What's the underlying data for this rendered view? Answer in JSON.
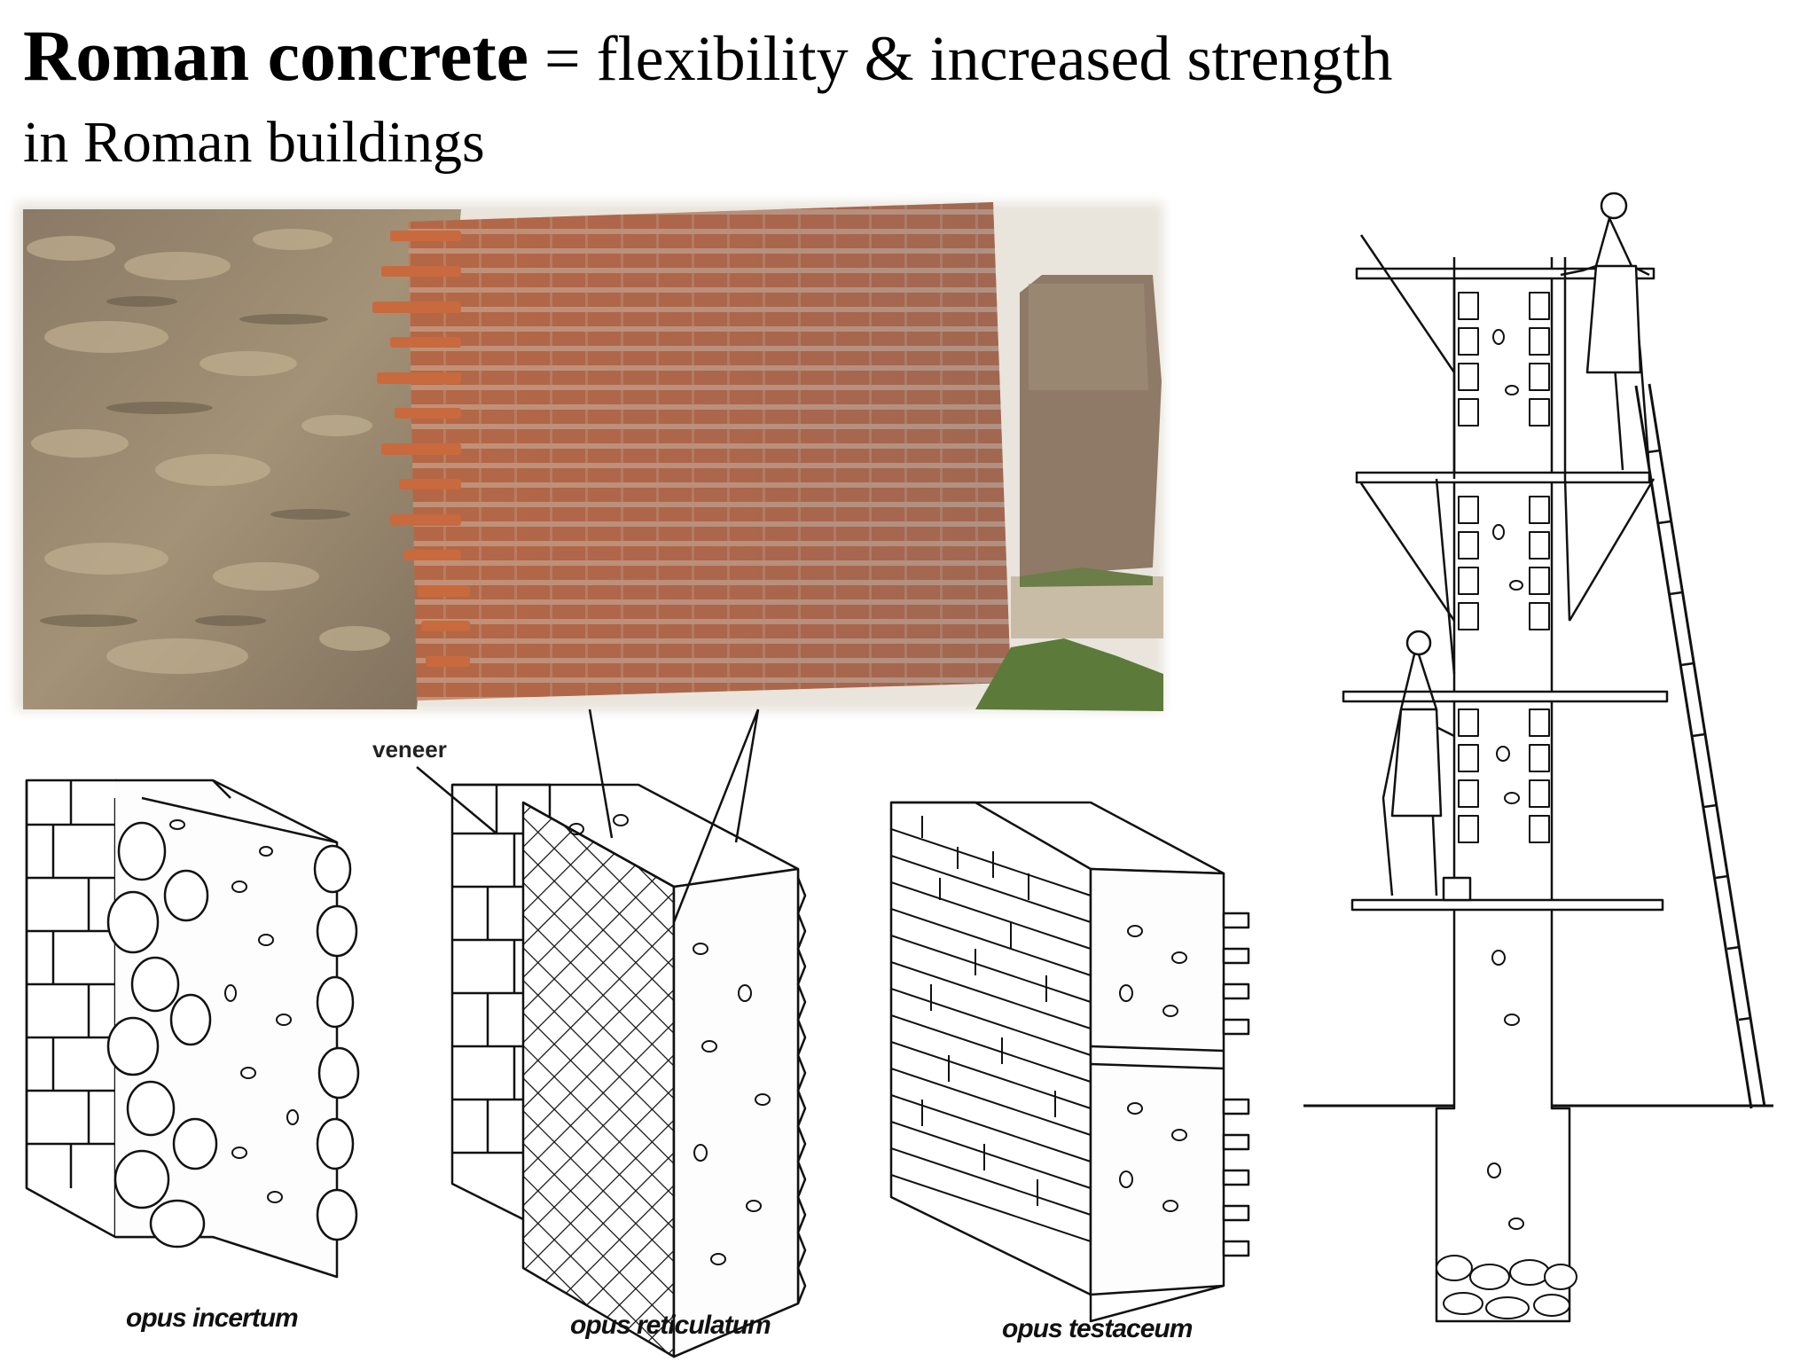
{
  "slide": {
    "title_bold": "Roman concrete",
    "title_rest": " = flexibility & increased strength",
    "subtitle": "in Roman buildings"
  },
  "diagram_labels": {
    "veneer": "veneer",
    "opus_incertum": "opus incertum",
    "opus_reticulatum": "opus reticulatum",
    "opus_testaceum": "opus testaceum"
  },
  "colors": {
    "brick": "#c4643c",
    "stone": "#9a8a70",
    "mortar": "#b8a890",
    "grass": "#5c7a3a",
    "line": "#111111"
  }
}
